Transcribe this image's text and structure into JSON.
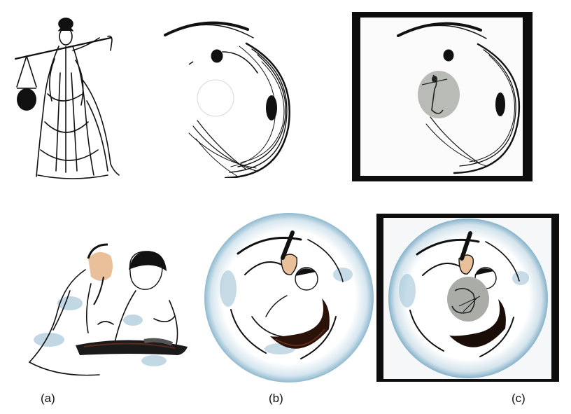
{
  "figure": {
    "captions": [
      "(a)",
      "(b)",
      "(c)"
    ],
    "rows": [
      {
        "subject": "woman-with-carrying-pole",
        "panels": [
          "original-ink-drawing",
          "anamorphic-ring-image",
          "photo-of-projection"
        ]
      },
      {
        "subject": "elder-and-child-playing-guqin",
        "panels": [
          "original-ink-drawing",
          "anamorphic-disk-image",
          "photo-of-projection"
        ]
      }
    ],
    "colors": {
      "ink": "#111111",
      "wash_blue": "#8fb9cf",
      "skin": "#e9c09a",
      "instrument": "#5a2a1a",
      "frame": "#0d0d0d"
    }
  }
}
